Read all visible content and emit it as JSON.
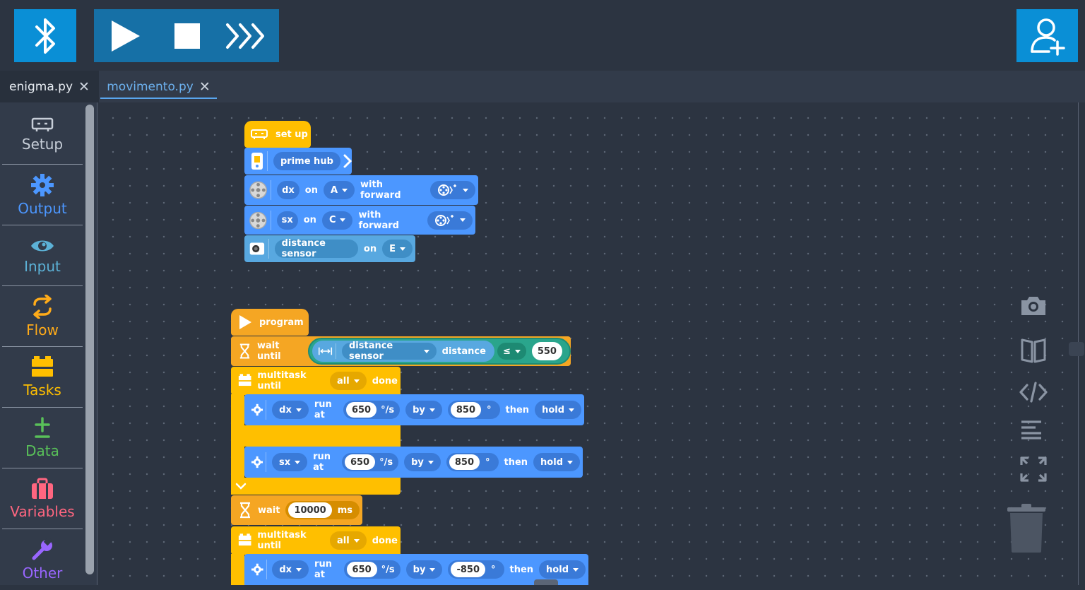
{
  "toolbar": {
    "bluetooth_icon": "bluetooth-icon",
    "run_icon": "play-icon",
    "stop_icon": "stop-icon",
    "fast_icon": "fast-forward-icon",
    "add_user_icon": "add-user-icon"
  },
  "tabs": [
    {
      "label": "enigma.py",
      "close": "✕"
    },
    {
      "label": "movimento.py",
      "close": "✕"
    }
  ],
  "sidebar": {
    "items": [
      {
        "label": "Setup",
        "icon": "hub-icon",
        "color": "#c7ced8"
      },
      {
        "label": "Output",
        "icon": "gear-icon",
        "color": "#4c97ff"
      },
      {
        "label": "Input",
        "icon": "eye-icon",
        "color": "#5cb1d6"
      },
      {
        "label": "Flow",
        "icon": "loop-icon",
        "color": "#ffab19"
      },
      {
        "label": "Tasks",
        "icon": "tasks-icon",
        "color": "#ffbf00"
      },
      {
        "label": "Data",
        "icon": "plus-minus-icon",
        "color": "#59c059"
      },
      {
        "label": "Variables",
        "icon": "toolbox-icon",
        "color": "#ff6680"
      },
      {
        "label": "Other",
        "icon": "wrench-icon",
        "color": "#9966ff"
      }
    ]
  },
  "setup": {
    "hat": "set up",
    "hub": "prime hub",
    "motor1": {
      "name": "dx",
      "on": "on",
      "port": "A",
      "with": "with forward"
    },
    "motor2": {
      "name": "sx",
      "on": "on",
      "port": "C",
      "with": "with forward"
    },
    "sensor": {
      "name": "distance sensor",
      "on": "on",
      "port": "E"
    }
  },
  "program": {
    "hat": "program",
    "wait_until": {
      "label": "wait until",
      "sensor": "distance sensor",
      "measure": "distance",
      "op": "≤",
      "value": "550"
    },
    "multitask1": {
      "label": "multitask until",
      "mode": "all",
      "done": "done"
    },
    "run1": {
      "motor": "dx",
      "run_at": "run at",
      "speed": "650",
      "unit": "°/s",
      "by": "by",
      "deg": "850",
      "deg_unit": "°",
      "then": "then",
      "end": "hold"
    },
    "run2": {
      "motor": "sx",
      "run_at": "run at",
      "speed": "650",
      "unit": "°/s",
      "by": "by",
      "deg": "850",
      "deg_unit": "°",
      "then": "then",
      "end": "hold"
    },
    "wait": {
      "label": "wait",
      "value": "10000",
      "unit": "ms"
    },
    "multitask2": {
      "label": "multitask until",
      "mode": "all",
      "done": "done"
    },
    "run3": {
      "motor": "dx",
      "run_at": "run at",
      "speed": "650",
      "unit": "°/s",
      "by": "by",
      "deg": "-850",
      "deg_unit": "°",
      "then": "then",
      "end": "hold"
    }
  },
  "right_tools": [
    "camera-icon",
    "book-icon",
    "code-icon",
    "align-left-icon",
    "fullscreen-icon",
    "trash-icon"
  ]
}
